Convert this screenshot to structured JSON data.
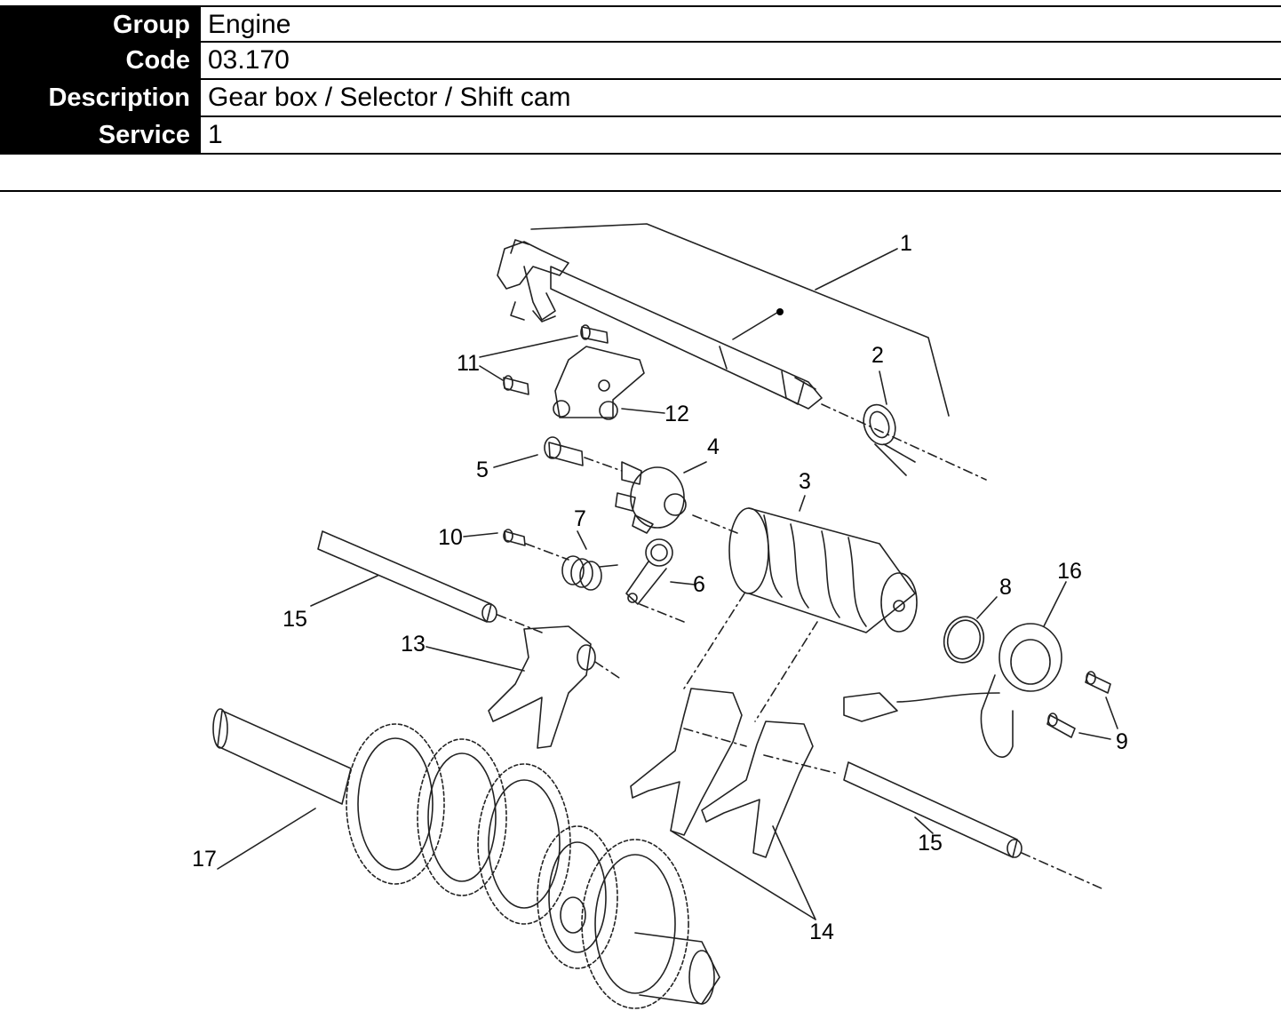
{
  "header": {
    "rows": [
      {
        "label": "Group",
        "value": "Engine"
      },
      {
        "label": "Code",
        "value": "03.170"
      },
      {
        "label": "Description",
        "value": "Gear box / Selector / Shift cam"
      },
      {
        "label": "Service",
        "value": "1"
      }
    ]
  },
  "diagram": {
    "callouts": [
      "1",
      "2",
      "3",
      "4",
      "5",
      "6",
      "7",
      "8",
      "9",
      "10",
      "11",
      "12",
      "13",
      "14",
      "15",
      "15",
      "16",
      "17"
    ]
  }
}
